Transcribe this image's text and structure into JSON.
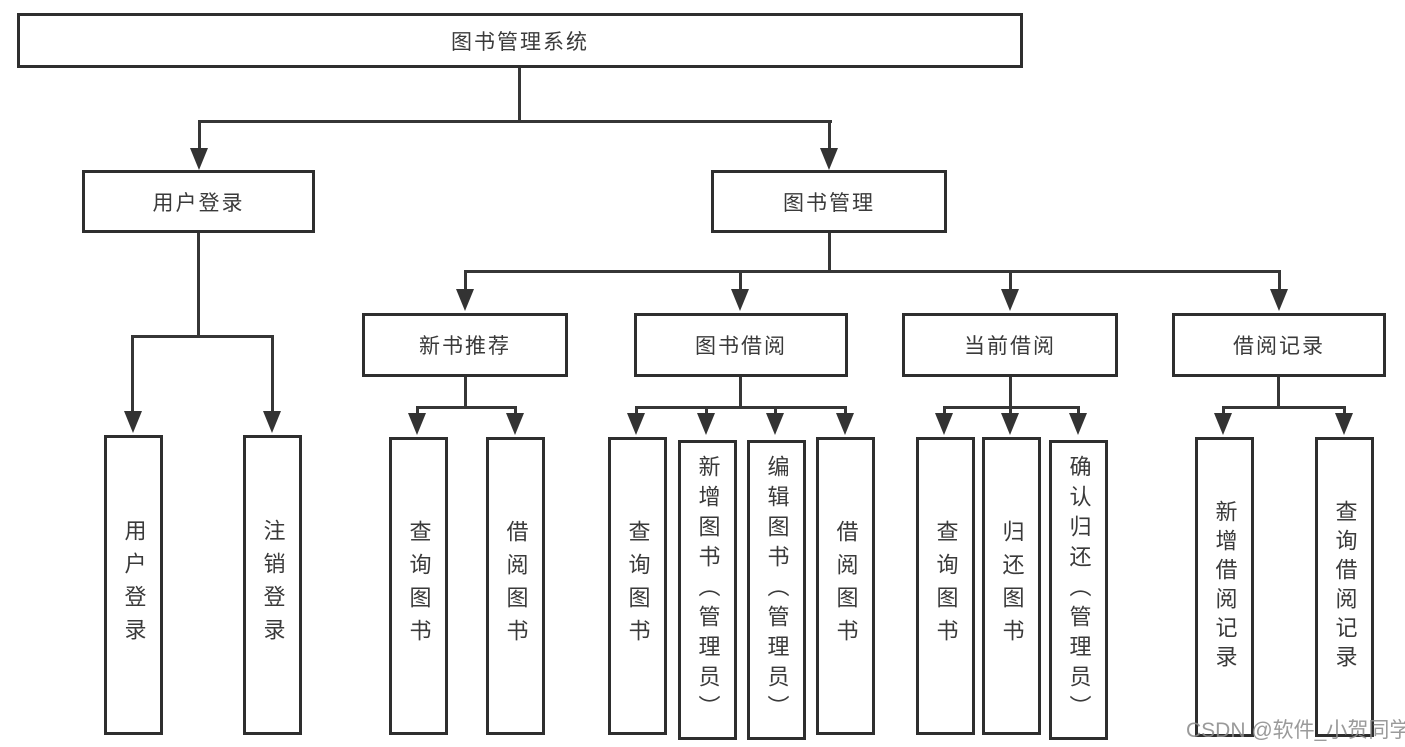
{
  "diagram": {
    "title": "图书管理系统",
    "watermark": "CSDN @软件_小贺同学",
    "colors": {
      "background": "#ffffff",
      "border": "#2e2e2e",
      "line": "#363636",
      "text": "#3a3a3a",
      "watermark": "#8c8c8c"
    },
    "nodes": {
      "root": "图书管理系统",
      "user_login": "用户登录",
      "book_mgmt": "图书管理",
      "new_books": "新书推荐",
      "book_borrow": "图书借阅",
      "current_borrow": "当前借阅",
      "borrow_records": "借阅记录",
      "leaf_user_login": "用户登录",
      "leaf_logout": "注销登录",
      "leaf_nb_query": "查询图书",
      "leaf_nb_borrow": "借阅图书",
      "leaf_bb_query": "查询图书",
      "leaf_bb_add": "新增图书（管理员）",
      "leaf_bb_edit": "编辑图书（管理员）",
      "leaf_bb_borrow": "借阅图书",
      "leaf_cb_query": "查询图书",
      "leaf_cb_return": "归还图书",
      "leaf_cb_confirm": "确认归还（管理员）",
      "leaf_br_add": "新增借阅记录",
      "leaf_br_query": "查询借阅记录"
    }
  }
}
